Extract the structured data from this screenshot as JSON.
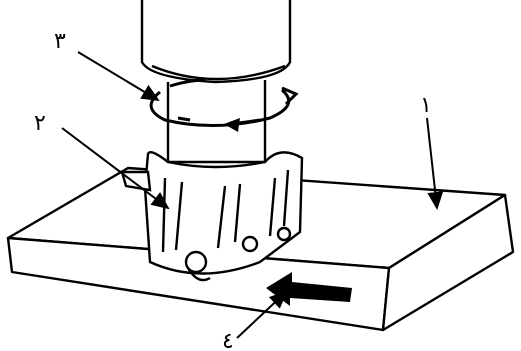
{
  "diagram": {
    "callouts": {
      "workpiece": "١",
      "cutter": "٢",
      "rotation": "٣",
      "feed": "٤"
    }
  }
}
